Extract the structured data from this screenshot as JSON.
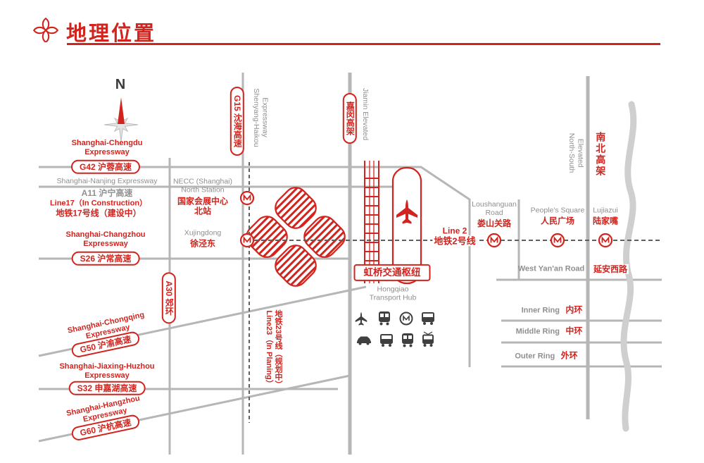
{
  "header": {
    "title": "地理位置"
  },
  "colors": {
    "accent_red": "#d2241e",
    "text_gray": "#8f8f8f",
    "road_gray": "#b6b6b6"
  },
  "compass": {
    "north_label": "N"
  },
  "left_roads": {
    "g42": {
      "name_line1": "Shanghai-Chengdu",
      "name_line2": "Expressway",
      "badge": "G42 沪蓉高速"
    },
    "a11": {
      "name": "Shanghai-Nanjing Expressway",
      "sub": "A11 沪宁高速"
    },
    "line17": {
      "line1": "Line17（In Construction）",
      "line2": "地铁17号线（建设中）"
    },
    "s26": {
      "name_line1": "Shanghai-Changzhou",
      "name_line2": "Expressway",
      "badge": "S26 沪常高速"
    },
    "a30": {
      "badge": "A30 郊环"
    },
    "g50": {
      "name_line1": "Shanghai-Chongqing",
      "name_line2": "Expressway",
      "badge": "G50 沪渝高速"
    },
    "s32": {
      "name_line1": "Shanghai-Jiaxing-Huzhou",
      "name_line2": "Expressway",
      "badge": "S32 申嘉湖高速"
    },
    "g60": {
      "name_line1": "Shanghai-Hangzhou",
      "name_line2": "Expressway",
      "badge": "G60 沪杭高速"
    }
  },
  "vertical_roads": {
    "g15": {
      "badge": "G15 沈海高速",
      "en_line1": "Shenyang-Haikou",
      "en_line2": "Expressway"
    },
    "jiamin": {
      "badge": "嘉闵高架",
      "en": "Jiamin Elevated"
    },
    "line23": {
      "en": "Line23（In Planing）",
      "zh": "地铁23号线（规划中）"
    },
    "north_south": {
      "en_line1": "North-South",
      "en_line2": "Elevated",
      "zh": "南北高架"
    }
  },
  "stations": {
    "necc_north": {
      "en_line1": "NECC (Shanghai)",
      "en_line2": "North Station",
      "zh_line1": "国家会展中心",
      "zh_line2": "北站"
    },
    "xujingdong": {
      "en": "Xujingdong",
      "zh": "徐泾东"
    },
    "loushanguan": {
      "en_line1": "Loushanguan",
      "en_line2": "Road",
      "zh": "娄山关路"
    },
    "peoples_square": {
      "en": "People's Square",
      "zh": "人民广场"
    },
    "lujiazui": {
      "en": "Lujiazui",
      "zh": "陆家嘴"
    }
  },
  "line2": {
    "en": "Line 2",
    "zh": "地铁2号线"
  },
  "hub": {
    "badge": "虹桥交通枢纽",
    "en_line1": "Hongqiao",
    "en_line2": "Transport Hub"
  },
  "right_roads": {
    "west_yanan": {
      "en": "West Yan'an Road",
      "zh": "延安西路"
    },
    "inner_ring": {
      "en": "Inner Ring",
      "zh": "内环"
    },
    "middle_ring": {
      "en": "Middle Ring",
      "zh": "中环"
    },
    "outer_ring": {
      "en": "Outer Ring",
      "zh": "外环"
    }
  }
}
